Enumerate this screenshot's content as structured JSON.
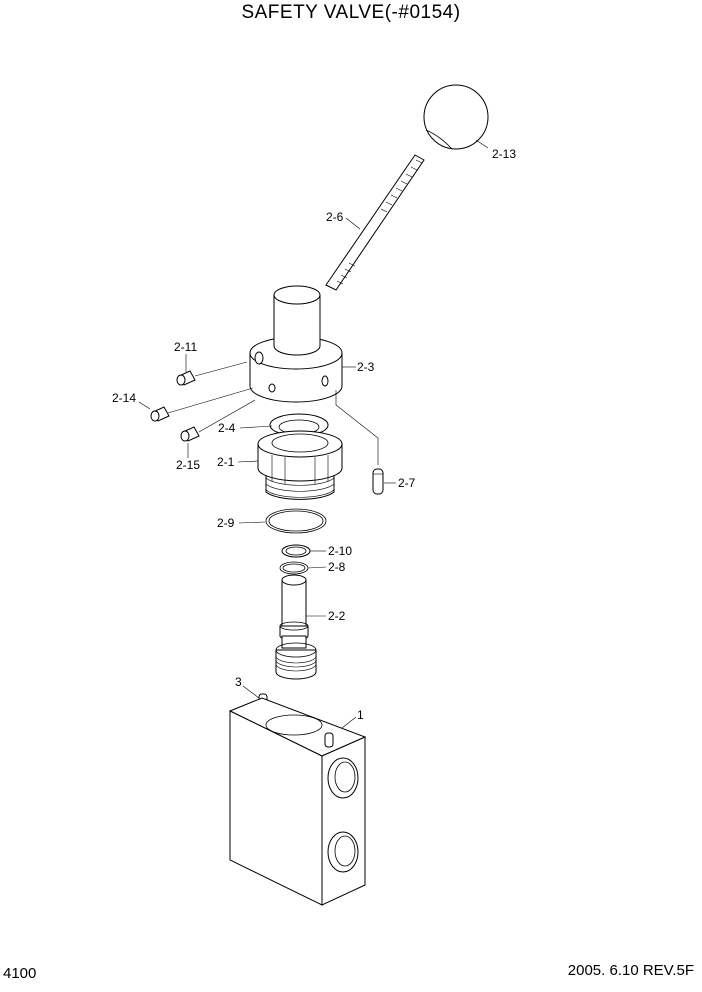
{
  "header": {
    "title": "SAFETY VALVE(-#0154)"
  },
  "footer": {
    "page_number": "4100",
    "revision": "2005. 6.10  REV.5F"
  },
  "callouts": {
    "p2_13": "2-13",
    "p2_6": "2-6",
    "p2_3": "2-3",
    "p2_11": "2-11",
    "p2_14": "2-14",
    "p2_15": "2-15",
    "p2_4": "2-4",
    "p2_1": "2-1",
    "p2_7": "2-7",
    "p2_9": "2-9",
    "p2_10": "2-10",
    "p2_8": "2-8",
    "p2_2": "2-2",
    "p3": "3",
    "p1": "1"
  }
}
